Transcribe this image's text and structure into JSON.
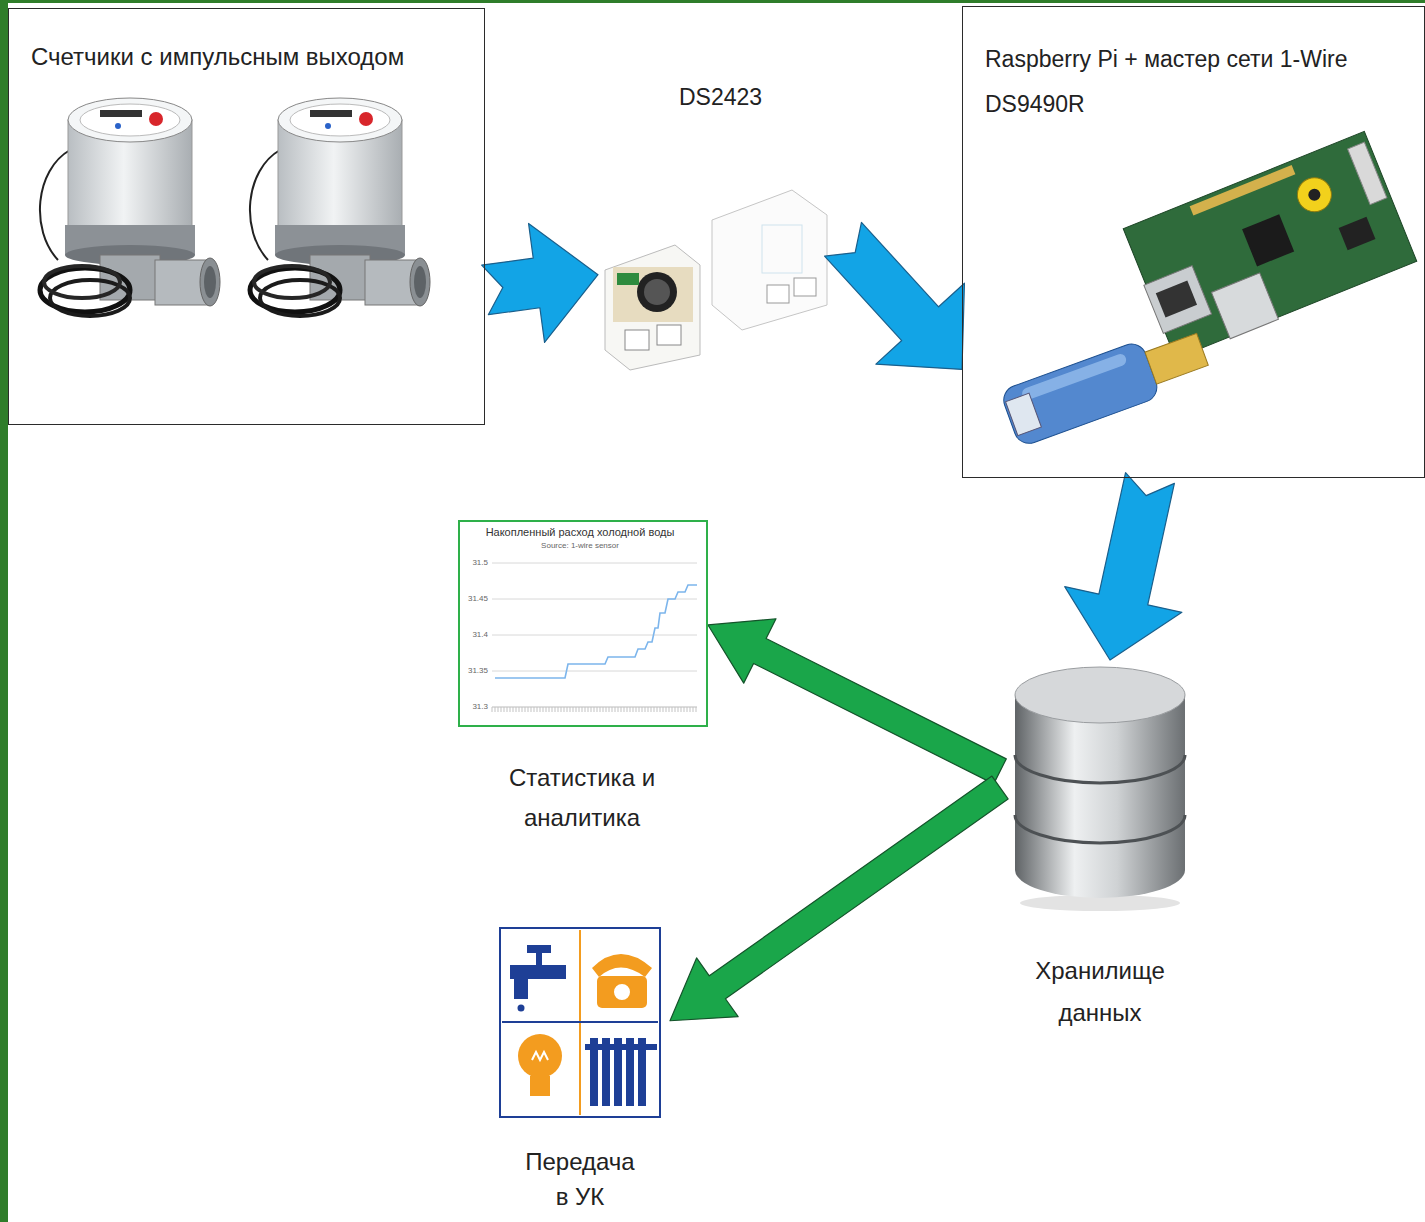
{
  "diagram": {
    "nodes": [
      {
        "text": [
          "Счетчики с импульсным выходом"
        ]
      },
      {
        "text": [
          "DS2423"
        ]
      },
      {
        "text": [
          "Raspberry Pi + мастер сети 1-Wire DS9490R"
        ]
      },
      {
        "text": [
          "Накопленный расход холодной воды",
          "Статистика и аналитика"
        ]
      },
      {
        "text": [
          "Хранилище данных"
        ]
      },
      {
        "text": [
          "Передача в УК"
        ]
      }
    ],
    "edges": [
      {
        "from": 0,
        "to": 1,
        "arrow": "to"
      },
      {
        "from": 1,
        "to": 2,
        "arrow": "to"
      },
      {
        "from": 2,
        "to": 4,
        "arrow": "to"
      },
      {
        "from": 4,
        "to": 3,
        "arrow": "to"
      },
      {
        "from": 4,
        "to": 5,
        "arrow": "to"
      }
    ],
    "labels": [
      "Source: 1-wire sensor",
      "31.5",
      "31.45",
      "31.4",
      "31.35",
      "31.3"
    ]
  }
}
